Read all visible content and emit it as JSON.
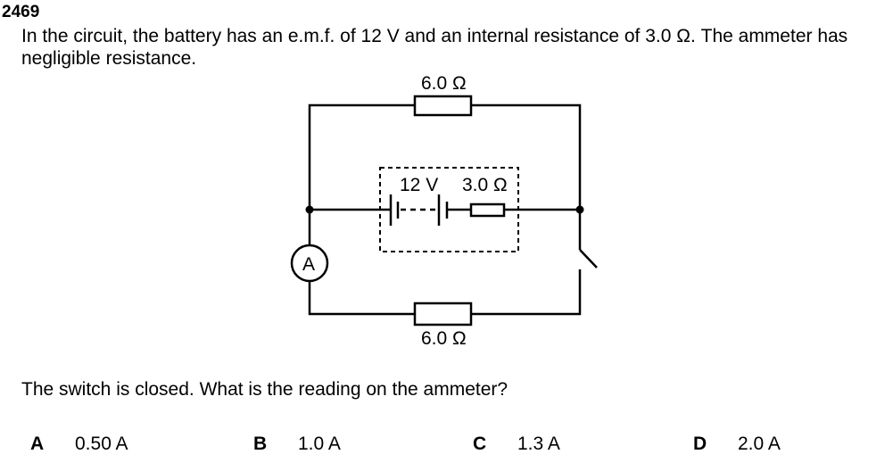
{
  "question_number": "2469",
  "stem": "In the circuit, the battery has an e.m.f. of 12 V and an internal resistance of 3.0 Ω. The ammeter has negligible resistance.",
  "circuit": {
    "top_resistor_label": "6.0 Ω",
    "bottom_resistor_label": "6.0 Ω",
    "battery_emf_label": "12 V",
    "internal_resistance_label": "3.0 Ω",
    "ammeter_label": "A",
    "switch_state": "open"
  },
  "question": "The switch is closed. What is the reading on the ammeter?",
  "options": [
    {
      "letter": "A",
      "text": "0.50 A"
    },
    {
      "letter": "B",
      "text": "1.0 A"
    },
    {
      "letter": "C",
      "text": "1.3 A"
    },
    {
      "letter": "D",
      "text": "2.0 A"
    }
  ]
}
